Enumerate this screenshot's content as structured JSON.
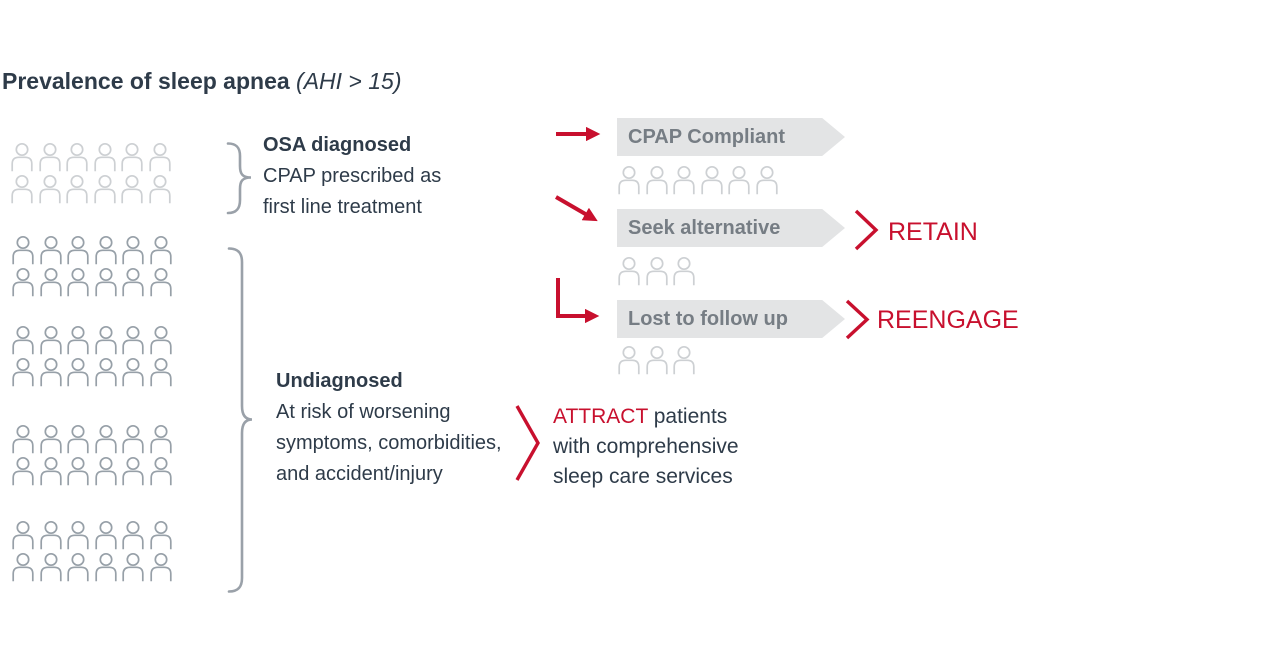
{
  "title": {
    "main": "Prevalence of sleep apnea",
    "qualifier": " (AHI > 15)"
  },
  "colors": {
    "accent_red": "#c8102e",
    "dark_text": "#2e3b49",
    "banner_fill": "#e3e4e5",
    "banner_text": "#767d84",
    "icon_dark": "#97a0a8",
    "icon_light": "#cdd0d3",
    "brace": "#9aa1a9"
  },
  "population": {
    "diagnosed": {
      "rows": 2,
      "cols": 6
    },
    "undiagnosed_1": {
      "rows": 2,
      "cols": 6
    },
    "undiagnosed_2": {
      "rows": 2,
      "cols": 6
    },
    "undiagnosed_3": {
      "rows": 2,
      "cols": 6
    },
    "undiagnosed_4": {
      "rows": 2,
      "cols": 6
    },
    "cpap_compliant": {
      "rows": 1,
      "cols": 6
    },
    "seek_alternative": {
      "rows": 1,
      "cols": 3
    },
    "lost_to_follow_up": {
      "rows": 1,
      "cols": 3
    }
  },
  "diagnosed_label": {
    "heading": "OSA diagnosed",
    "line2": "CPAP prescribed as",
    "line3": "first line treatment"
  },
  "undiagnosed_label": {
    "heading": "Undiagnosed",
    "line2": "At risk of worsening",
    "line3": "symptoms, comorbidities,",
    "line4": "and accident/injury"
  },
  "pathways": {
    "cpap_compliant": {
      "label": "CPAP Compliant"
    },
    "seek_alternative": {
      "label": "Seek alternative",
      "action": "RETAIN"
    },
    "lost_to_follow_up": {
      "label": "Lost to follow up",
      "action": "REENGAGE"
    }
  },
  "attract": {
    "highlight": "ATTRACT",
    "line1_rest": " patients",
    "line2": "with comprehensive",
    "line3": "sleep care services"
  }
}
